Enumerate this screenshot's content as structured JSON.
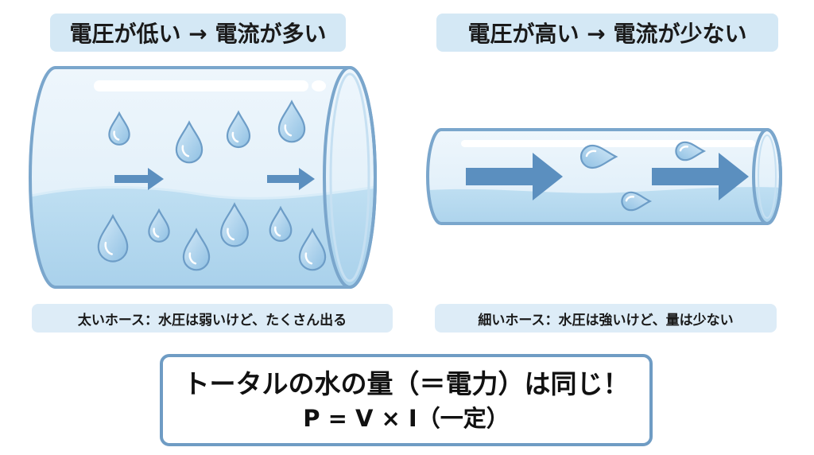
{
  "left": {
    "title": "電圧が低い → 電流が多い",
    "caption": "太いホース：水圧は弱いけど、たくさん出る"
  },
  "right": {
    "title": "電圧が高い → 電流が少ない",
    "caption": "細いホース：水圧は強いけど、量は少ない"
  },
  "summary": {
    "line1": "トータルの水の量（＝電力）は同じ！",
    "line2": "P = V × I（一定）"
  },
  "colors": {
    "pill": "#d4e8f5",
    "pipe_outline": "#7aa6cc",
    "water": "#b4d7ee",
    "drop": "#a8d0ec",
    "arrow": "#5b8fbf",
    "summary_border": "#6f9cc4"
  },
  "icons": [
    "water-drop-icon",
    "flow-arrow-icon"
  ]
}
